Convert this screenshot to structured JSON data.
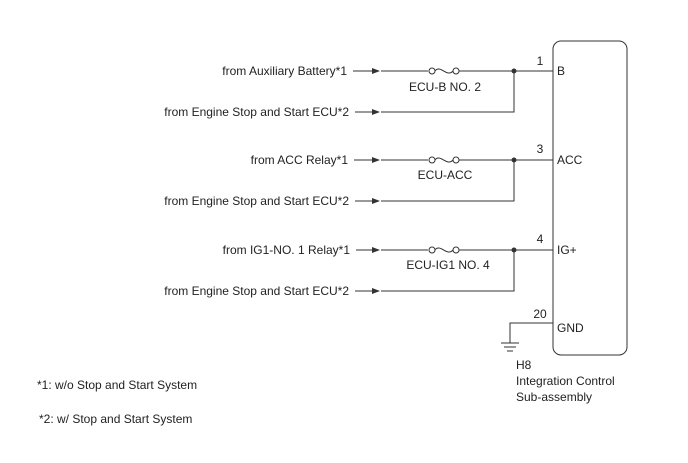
{
  "circuits": [
    {
      "source_primary": "from Auxiliary Battery*1",
      "source_secondary": "from Engine Stop and Start ECU*2",
      "fuse": "ECU-B NO. 2",
      "pin": "1",
      "terminal": "B"
    },
    {
      "source_primary": "from ACC Relay*1",
      "source_secondary": "from Engine Stop and Start ECU*2",
      "fuse": "ECU-ACC",
      "pin": "3",
      "terminal": "ACC"
    },
    {
      "source_primary": "from IG1-NO. 1 Relay*1",
      "source_secondary": "from Engine Stop and Start ECU*2",
      "fuse": "ECU-IG1 NO. 4",
      "pin": "4",
      "terminal": "IG+"
    }
  ],
  "ground": {
    "pin": "20",
    "terminal": "GND"
  },
  "component": {
    "code": "H8",
    "name_line1": "Integration Control",
    "name_line2": "Sub-assembly"
  },
  "notes": [
    "*1: w/o Stop and Start System",
    "*2: w/ Stop and Start System"
  ]
}
